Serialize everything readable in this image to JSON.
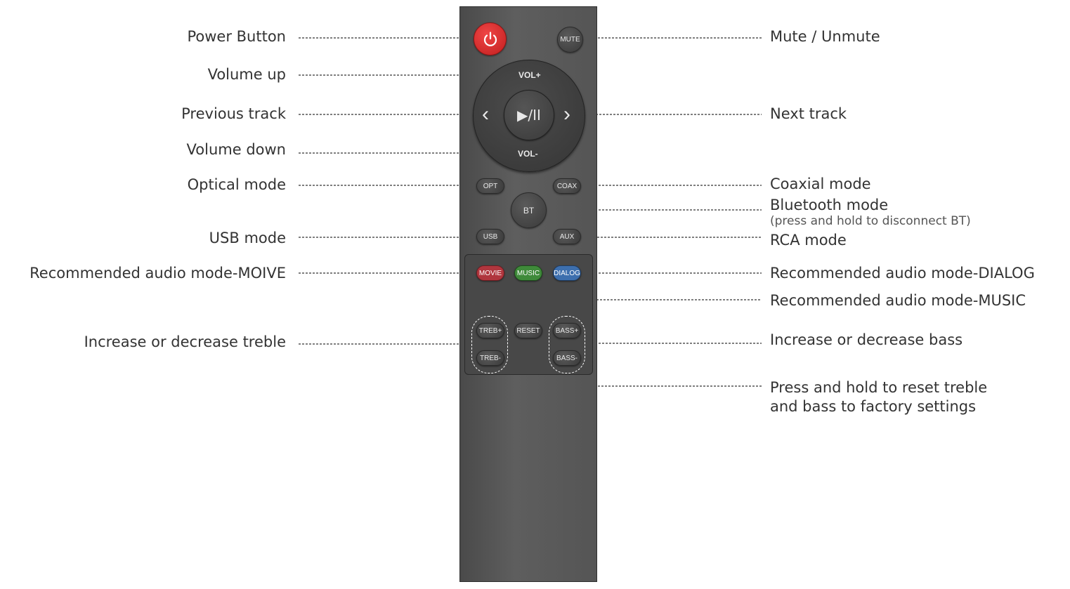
{
  "labels_left": {
    "power": "Power Button",
    "vol_up": "Volume up",
    "prev": "Previous track",
    "vol_down": "Volume down",
    "optical": "Optical mode",
    "usb": "USB mode",
    "movie": "Recommended audio mode-MOIVE",
    "treble": "Increase or decrease treble"
  },
  "labels_right": {
    "mute": "Mute / Unmute",
    "next": "Next track",
    "coax": "Coaxial mode",
    "bt": "Bluetooth mode",
    "bt_note": "(press and hold to disconnect BT)",
    "rca": "RCA mode",
    "dialog": "Recommended audio mode-DIALOG",
    "music": "Recommended audio mode-MUSIC",
    "bass": "Increase or decrease bass",
    "reset_line1": "Press and hold to reset treble",
    "reset_line2": "and bass to factory settings"
  },
  "remote": {
    "mute": "MUTE",
    "vol_plus": "VOL+",
    "vol_minus": "VOL-",
    "play_pause": "▶/II",
    "prev_icon": "‹",
    "next_icon": "›",
    "opt": "OPT",
    "coax": "COAX",
    "bt": "BT",
    "usb": "USB",
    "aux": "AUX",
    "movie": "MOVIE",
    "music": "MUSIC",
    "dialog": "DIALOG",
    "treb_plus": "TREB+",
    "treb_minus": "TREB-",
    "reset": "RESET",
    "bass_plus": "BASS+",
    "bass_minus": "BASS-"
  },
  "icons": {
    "power": "power-icon"
  },
  "colors": {
    "power": "#d42a2a",
    "movie": "#b0363e",
    "music": "#3f8a3a",
    "dialog": "#3d6fae",
    "remote_body": "#555555",
    "leader_line": "#333333"
  }
}
